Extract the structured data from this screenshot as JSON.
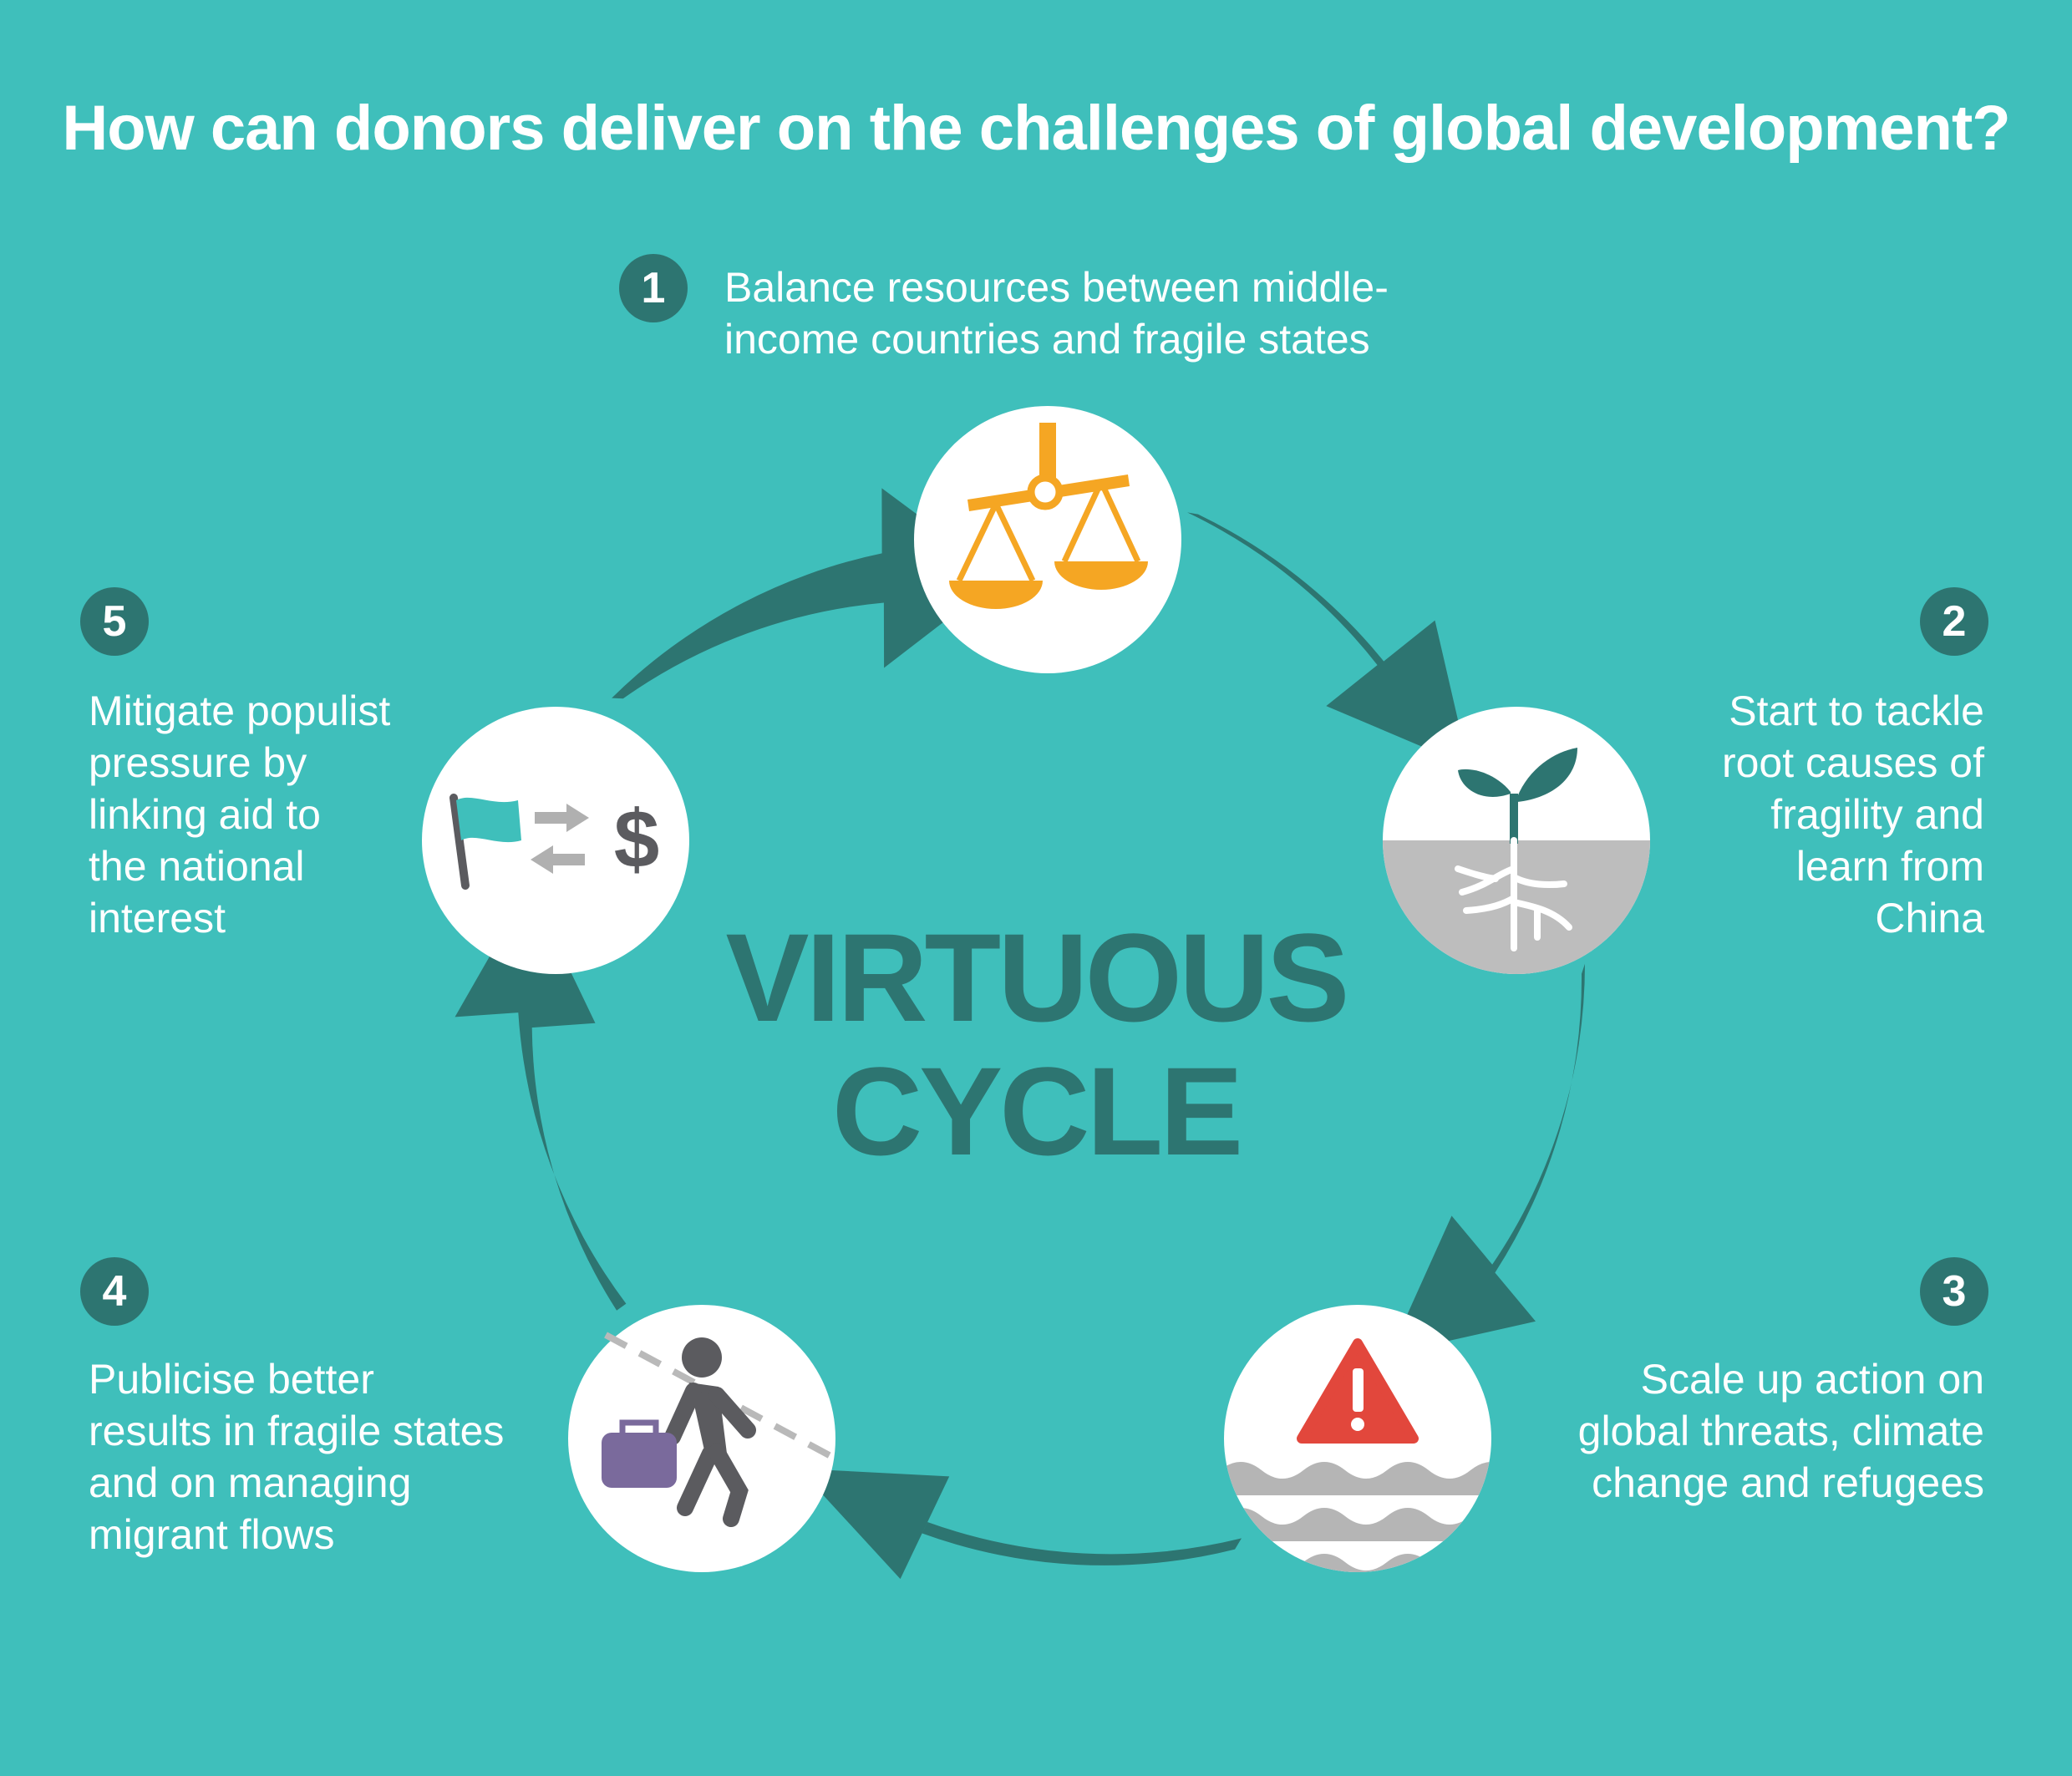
{
  "title": "How can donors deliver on the challenges of global development?",
  "center": {
    "line1": "VIRTUOUS",
    "line2": "CYCLE"
  },
  "steps": [
    {
      "number": "1",
      "text": "Balance resources between middle-\nincome countries and fragile states",
      "icon": "scales-icon"
    },
    {
      "number": "2",
      "text": "Start to tackle\nroot causes of\nfragility and\nlearn from\nChina",
      "icon": "sprout-icon"
    },
    {
      "number": "3",
      "text": "Scale up action on\nglobal threats, climate\nchange and refugees",
      "icon": "warning-flood-icon"
    },
    {
      "number": "4",
      "text": "Publicise better\nresults in fragile states\nand on managing\nmigrant flows",
      "icon": "migrant-icon"
    },
    {
      "number": "5",
      "text": "Mitigate populist\npressure by\nlinking aid to\nthe national\ninterest",
      "icon": "flag-exchange-dollar-icon"
    }
  ],
  "colors": {
    "background": "#3fbfbb",
    "arrow": "#2d7571",
    "scales": "#f5a623",
    "plant": "#2d7571",
    "ground": "#bdbdbd",
    "warning": "#e2473c",
    "water": "#b5b5b5",
    "person": "#5b5b5f",
    "briefcase": "#7a6a9c",
    "flag": "#3fbfbb",
    "exchange": "#b0b0b0"
  }
}
